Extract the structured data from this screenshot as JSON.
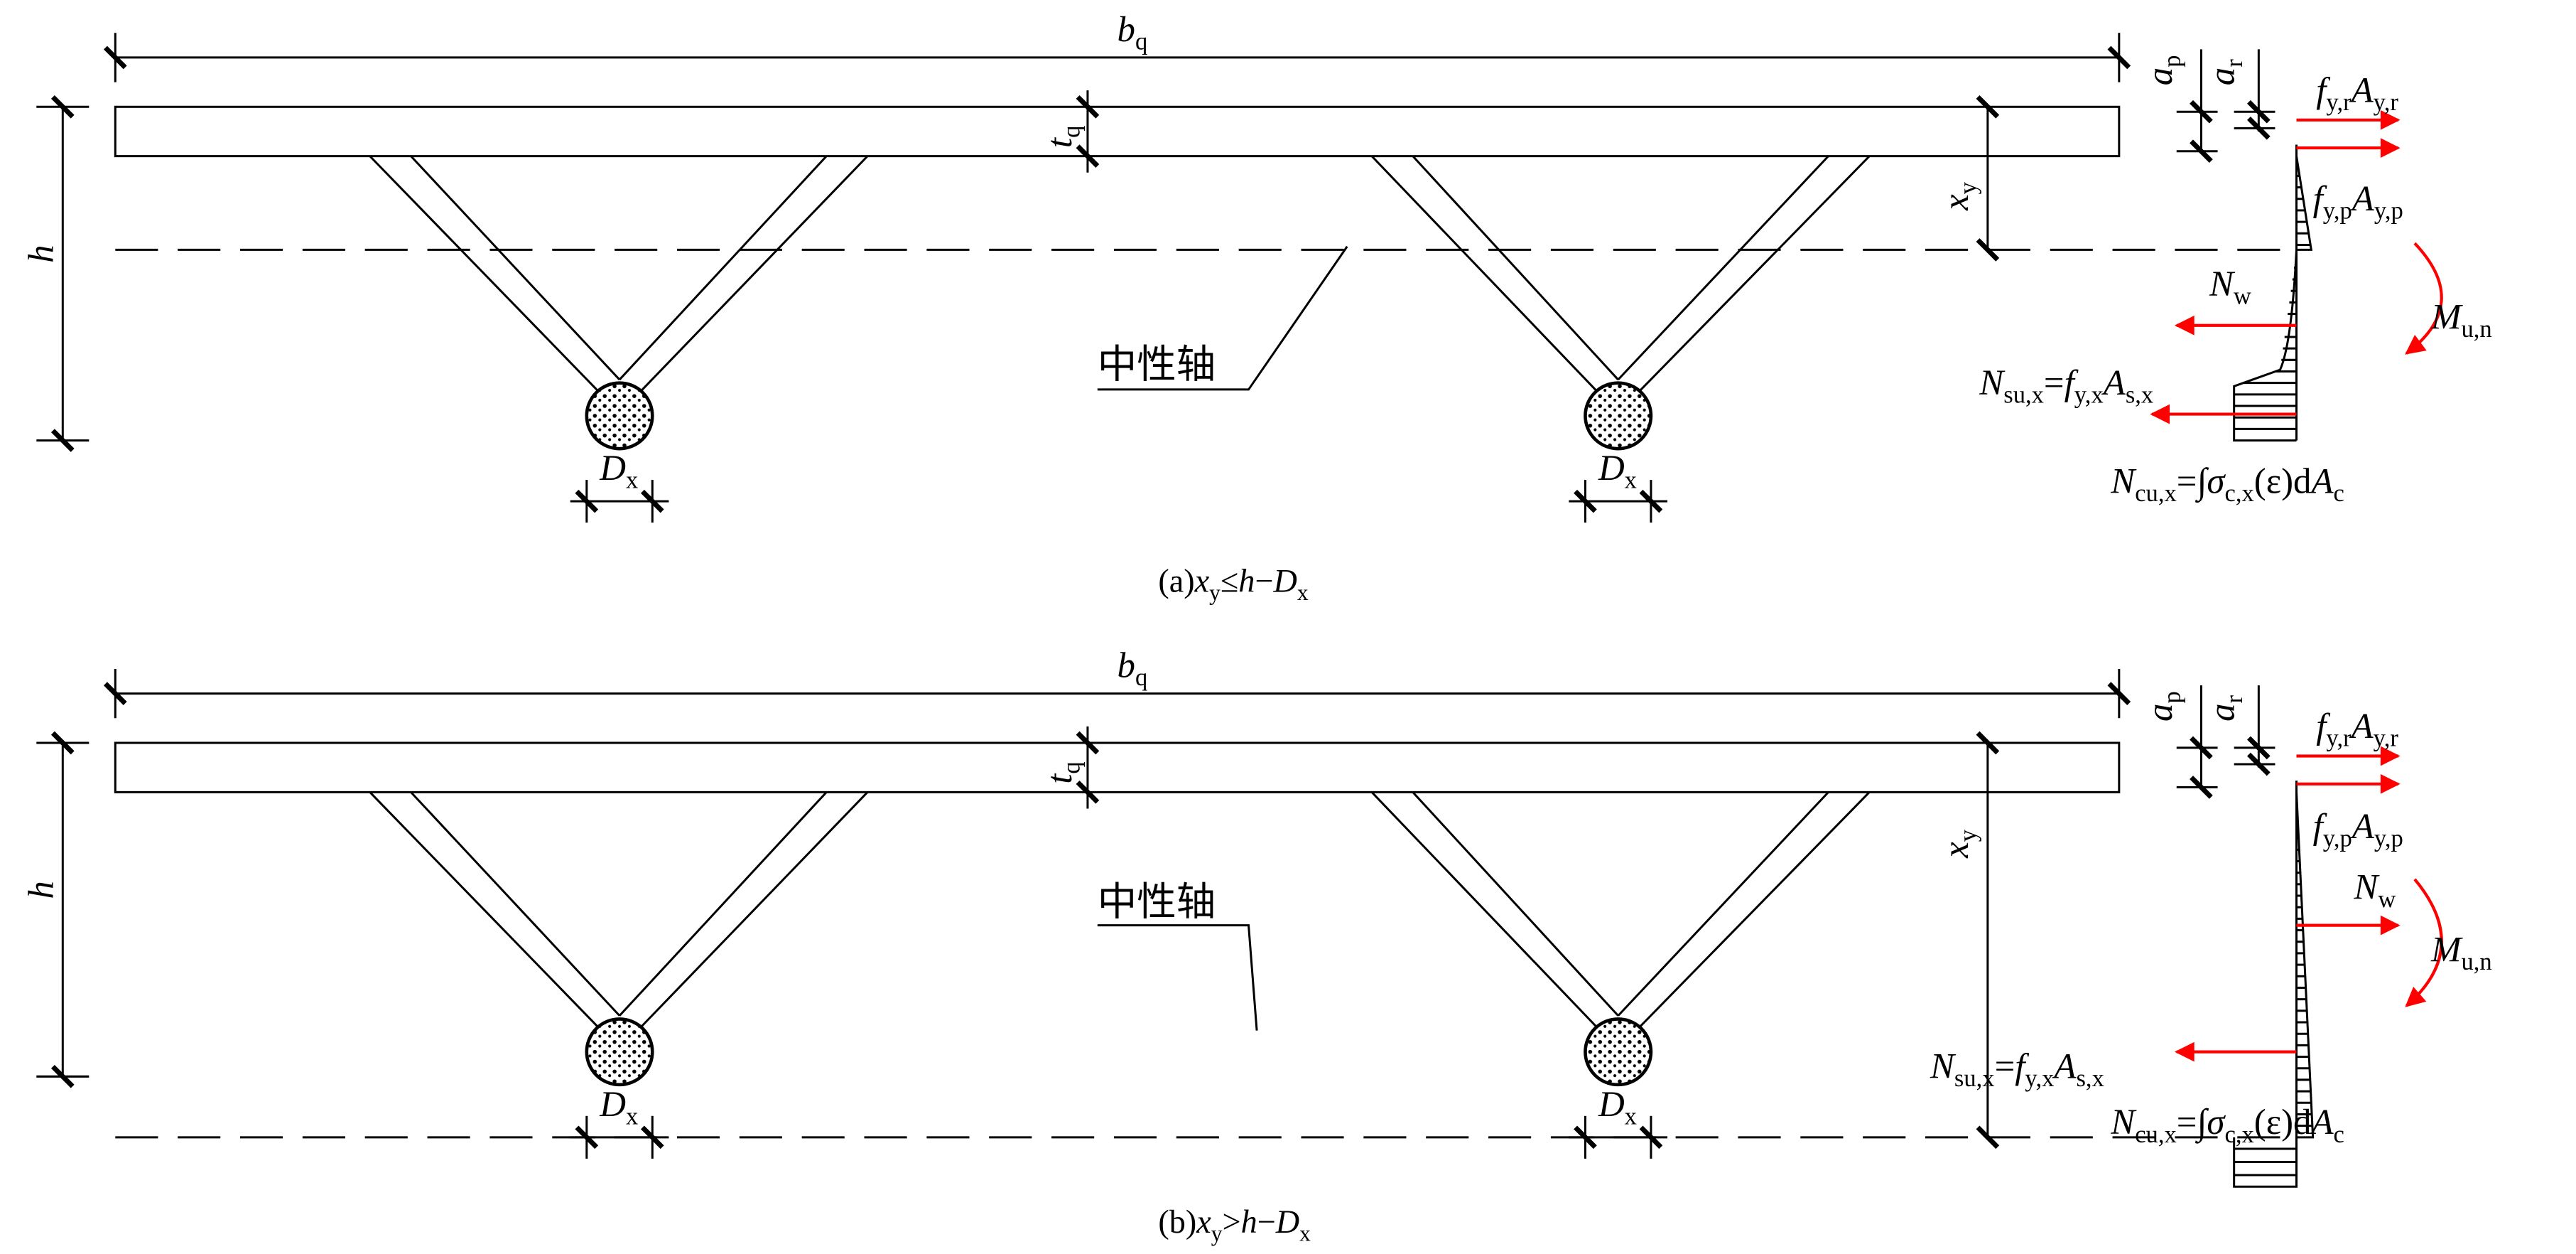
{
  "labels": {
    "b": "b",
    "q": "q",
    "t": "t",
    "h": "h",
    "x": "x",
    "y": "y",
    "a": "a",
    "p": "p",
    "r": "r",
    "f": "f",
    "A": "A",
    "yr": "y,r",
    "yp": "y,p",
    "N": "N",
    "w": "w",
    "M": "M",
    "un": "u,n",
    "su": "su,x",
    "eq": "=",
    "yx": "y,x",
    "sx": "s,x",
    "cu": "cu,x",
    "integral": "=∫",
    "sigma": "σ",
    "cx": "c,x",
    "paren_eps": "(ε)d",
    "c": "c",
    "D": "D",
    "xsub": "x",
    "neutral_axis": "中性轴"
  },
  "panels": [
    {
      "id": "a",
      "caption": {
        "prefix": "(a)",
        "rel": "≤",
        "minus": "−"
      }
    },
    {
      "id": "b",
      "caption": {
        "prefix": "(b)",
        "rel": ">",
        "minus": "−"
      }
    }
  ],
  "colors": {
    "force": "#ff0000",
    "line": "#000000"
  }
}
